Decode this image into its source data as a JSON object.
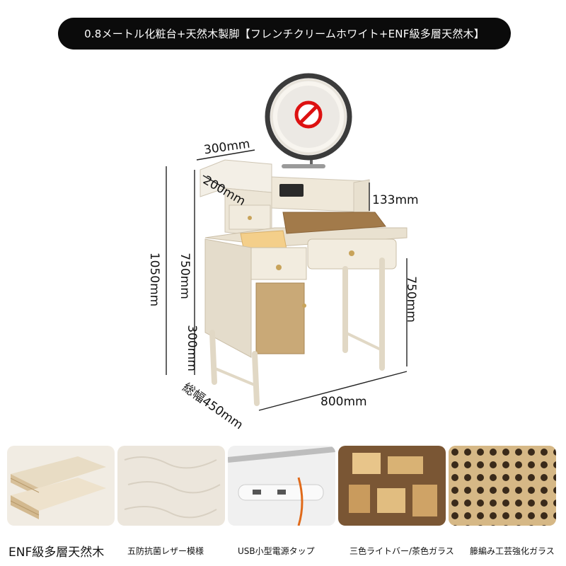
{
  "title": "0.8メートル化粧台+天然木製脚【フレンチクリームホワイト+ENF級多層天然木】",
  "dimensions": {
    "top_depth": "300mm",
    "shelf_depth": "200mm",
    "mirror_height": "133mm",
    "upper_height": "750mm",
    "total_height": "1050mm",
    "leg_height": "300mm",
    "table_height": "750mm",
    "depth_total": "総幅450mm",
    "width": "800mm"
  },
  "features": [
    {
      "caption": "ENF級多層天然木",
      "image": "multilayer-wood-icon"
    },
    {
      "caption": "五防抗菌レザー模様",
      "image": "leather-texture-icon"
    },
    {
      "caption": "USB小型電源タップ",
      "image": "usb-power-strip-icon"
    },
    {
      "caption": "三色ライトバー/茶色ガラス",
      "image": "glass-drawer-icon"
    },
    {
      "caption": "籐編み工芸強化ガラス",
      "image": "rattan-weave-icon"
    }
  ],
  "colors": {
    "cream": "#efe8d9",
    "gold": "#c8a35a",
    "rattan": "#c9a977",
    "dark": "#0b0b0b"
  }
}
